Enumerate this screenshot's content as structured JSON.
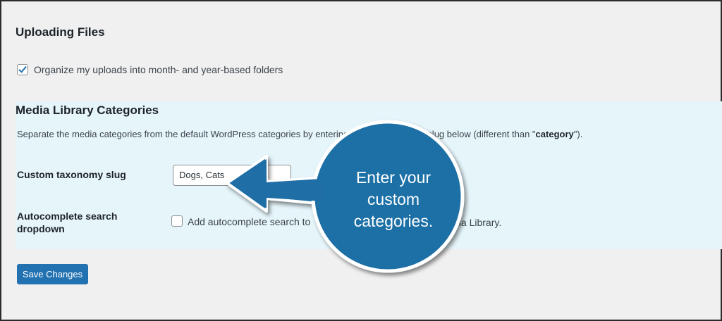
{
  "uploading": {
    "title": "Uploading Files",
    "organize_label": "Organize my uploads into month- and year-based folders",
    "organize_checked": true
  },
  "media_categories": {
    "title": "Media Library Categories",
    "description_start": "Separate the media categories from the default WordPress categories by entering",
    "description_end": "y slug below (different than \"",
    "description_keyword": "category",
    "description_close": "\").",
    "slug_label": "Custom taxonomy slug",
    "slug_value": "Dogs, Cats",
    "autocomplete_label_line1": "Autocomplete search",
    "autocomplete_label_line2": "dropdown",
    "autocomplete_option_start": "Add autocomplete search to",
    "autocomplete_option_end": "dia Library.",
    "autocomplete_checked": false
  },
  "actions": {
    "save_label": "Save Changes"
  },
  "callout": {
    "line1": "Enter your",
    "line2": "custom",
    "line3": "categories.",
    "color": "#1f6fa6"
  },
  "colors": {
    "accent": "#2271b1",
    "highlight": "#e5f5fa",
    "page_bg": "#f0f0f1"
  }
}
